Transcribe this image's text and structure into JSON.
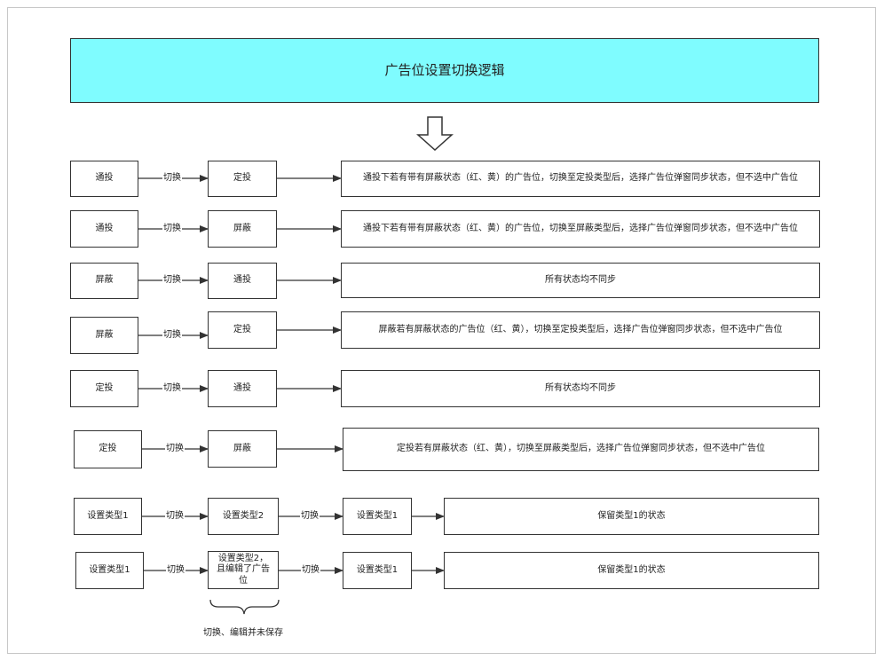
{
  "title": "广告位设置切换逻辑",
  "switch_label": "切换",
  "rows": [
    {
      "from": "通投",
      "to": "定投",
      "result": "通投下若有带有屏蔽状态（红、黄）的广告位，切换至定投类型后，选择广告位弹窗同步状态，但不选中广告位"
    },
    {
      "from": "通投",
      "to": "屏蔽",
      "result": "通投下若有带有屏蔽状态（红、黄）的广告位，切换至屏蔽类型后，选择广告位弹窗同步状态，但不选中广告位"
    },
    {
      "from": "屏蔽",
      "to": "通投",
      "result": "所有状态均不同步"
    },
    {
      "from": "屏蔽",
      "to": "定投",
      "result": "屏蔽若有屏蔽状态的广告位（红、黄），切换至定投类型后，选择广告位弹窗同步状态，但不选中广告位"
    },
    {
      "from": "定投",
      "to": "通投",
      "result": "所有状态均不同步"
    },
    {
      "from": "定投",
      "to": "屏蔽",
      "result": "定投若有屏蔽状态（红、黄），切换至屏蔽类型后，选择广告位弹窗同步状态，但不选中广告位"
    }
  ],
  "type_rows": [
    {
      "from": "设置类型1",
      "mid": "设置类型2",
      "to": "设置类型1",
      "result": "保留类型1的状态"
    },
    {
      "from": "设置类型1",
      "mid": "设置类型2，且编辑了广告位",
      "to": "设置类型1",
      "result": "保留类型1的状态"
    }
  ],
  "brace_note": "切换、编辑并未保存"
}
